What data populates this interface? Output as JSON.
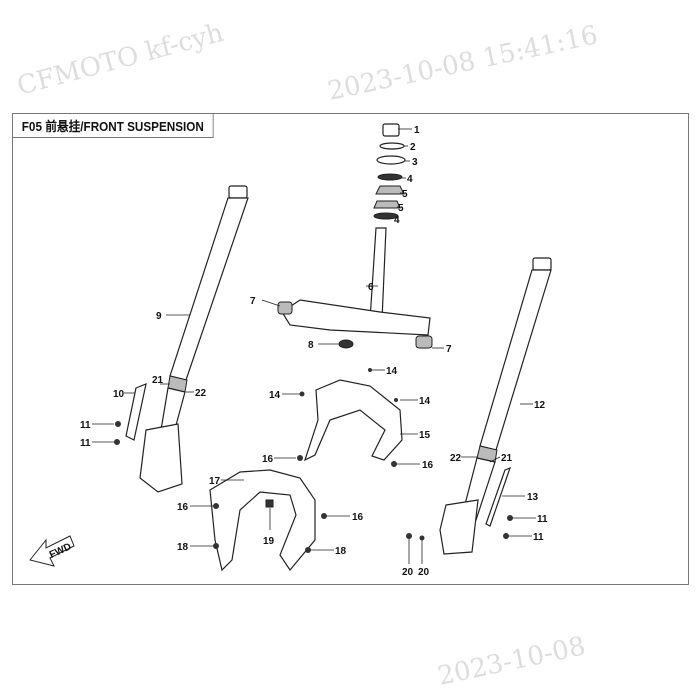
{
  "title": "F05 前悬挂/FRONT SUSPENSION",
  "fwd_label": "FWD",
  "watermarks": [
    "CFMOTO kf-cyh",
    "2023-10-08 15:41:16",
    "2023-10-08"
  ],
  "callouts": [
    "1",
    "2",
    "3",
    "4",
    "5",
    "5",
    "4",
    "6",
    "7",
    "7",
    "8",
    "9",
    "10",
    "21",
    "22",
    "11",
    "11",
    "14",
    "14",
    "14",
    "15",
    "16",
    "16",
    "16",
    "16",
    "17",
    "19",
    "18",
    "18",
    "12",
    "22",
    "21",
    "13",
    "11",
    "11",
    "20",
    "20"
  ]
}
